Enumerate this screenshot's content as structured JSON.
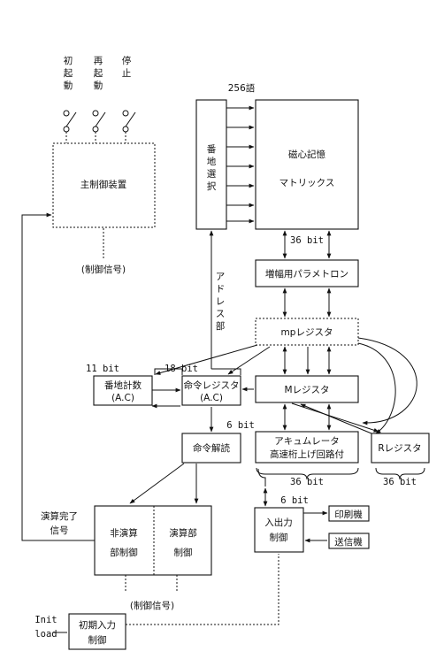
{
  "switches": {
    "initial_start": [
      "初",
      "起",
      "動"
    ],
    "restart": [
      "再",
      "起",
      "動"
    ],
    "stop": [
      "停",
      "止"
    ]
  },
  "main_control": "主制御装置",
  "control_signal_top": "(制御信号)",
  "memory_size": "256語",
  "address_select": [
    "番",
    "地",
    "選",
    "択"
  ],
  "core_memory": [
    "磁心記憶",
    "マトリックス"
  ],
  "bits_36_a": "36 bit",
  "parametron": "増幅用パラメトロン",
  "mp_register": "mpレジスタ",
  "address_part": [
    "ア",
    "ド",
    "レ",
    "ス",
    "部"
  ],
  "bits_11": "11 bit",
  "bits_18": "18 bit",
  "counter": [
    "番地計数",
    "(A.C)"
  ],
  "instr_register": [
    "命令レジスタ",
    "(A.C)"
  ],
  "m_register": "Mレジスタ",
  "bits_6_a": "6 bit",
  "decoder": "命令解読",
  "accumulator": [
    "アキュムレータ",
    "高速桁上げ回路付"
  ],
  "r_register": "Rレジスタ",
  "bits_36_b": "36 bit",
  "bits_36_c": "36 bit",
  "bits_6_b": "6 bit",
  "op_complete": [
    "演算完了",
    "信号"
  ],
  "non_op_control": [
    "非演算",
    "部制御"
  ],
  "op_control": [
    "演算部",
    "制御"
  ],
  "io_control": [
    "入出力",
    "制御"
  ],
  "printer": "印刷機",
  "transmitter": "送信機",
  "control_signal_bottom": "(制御信号)",
  "init_load": [
    "Init",
    "load"
  ],
  "initial_input": [
    "初期入力",
    "制御"
  ]
}
